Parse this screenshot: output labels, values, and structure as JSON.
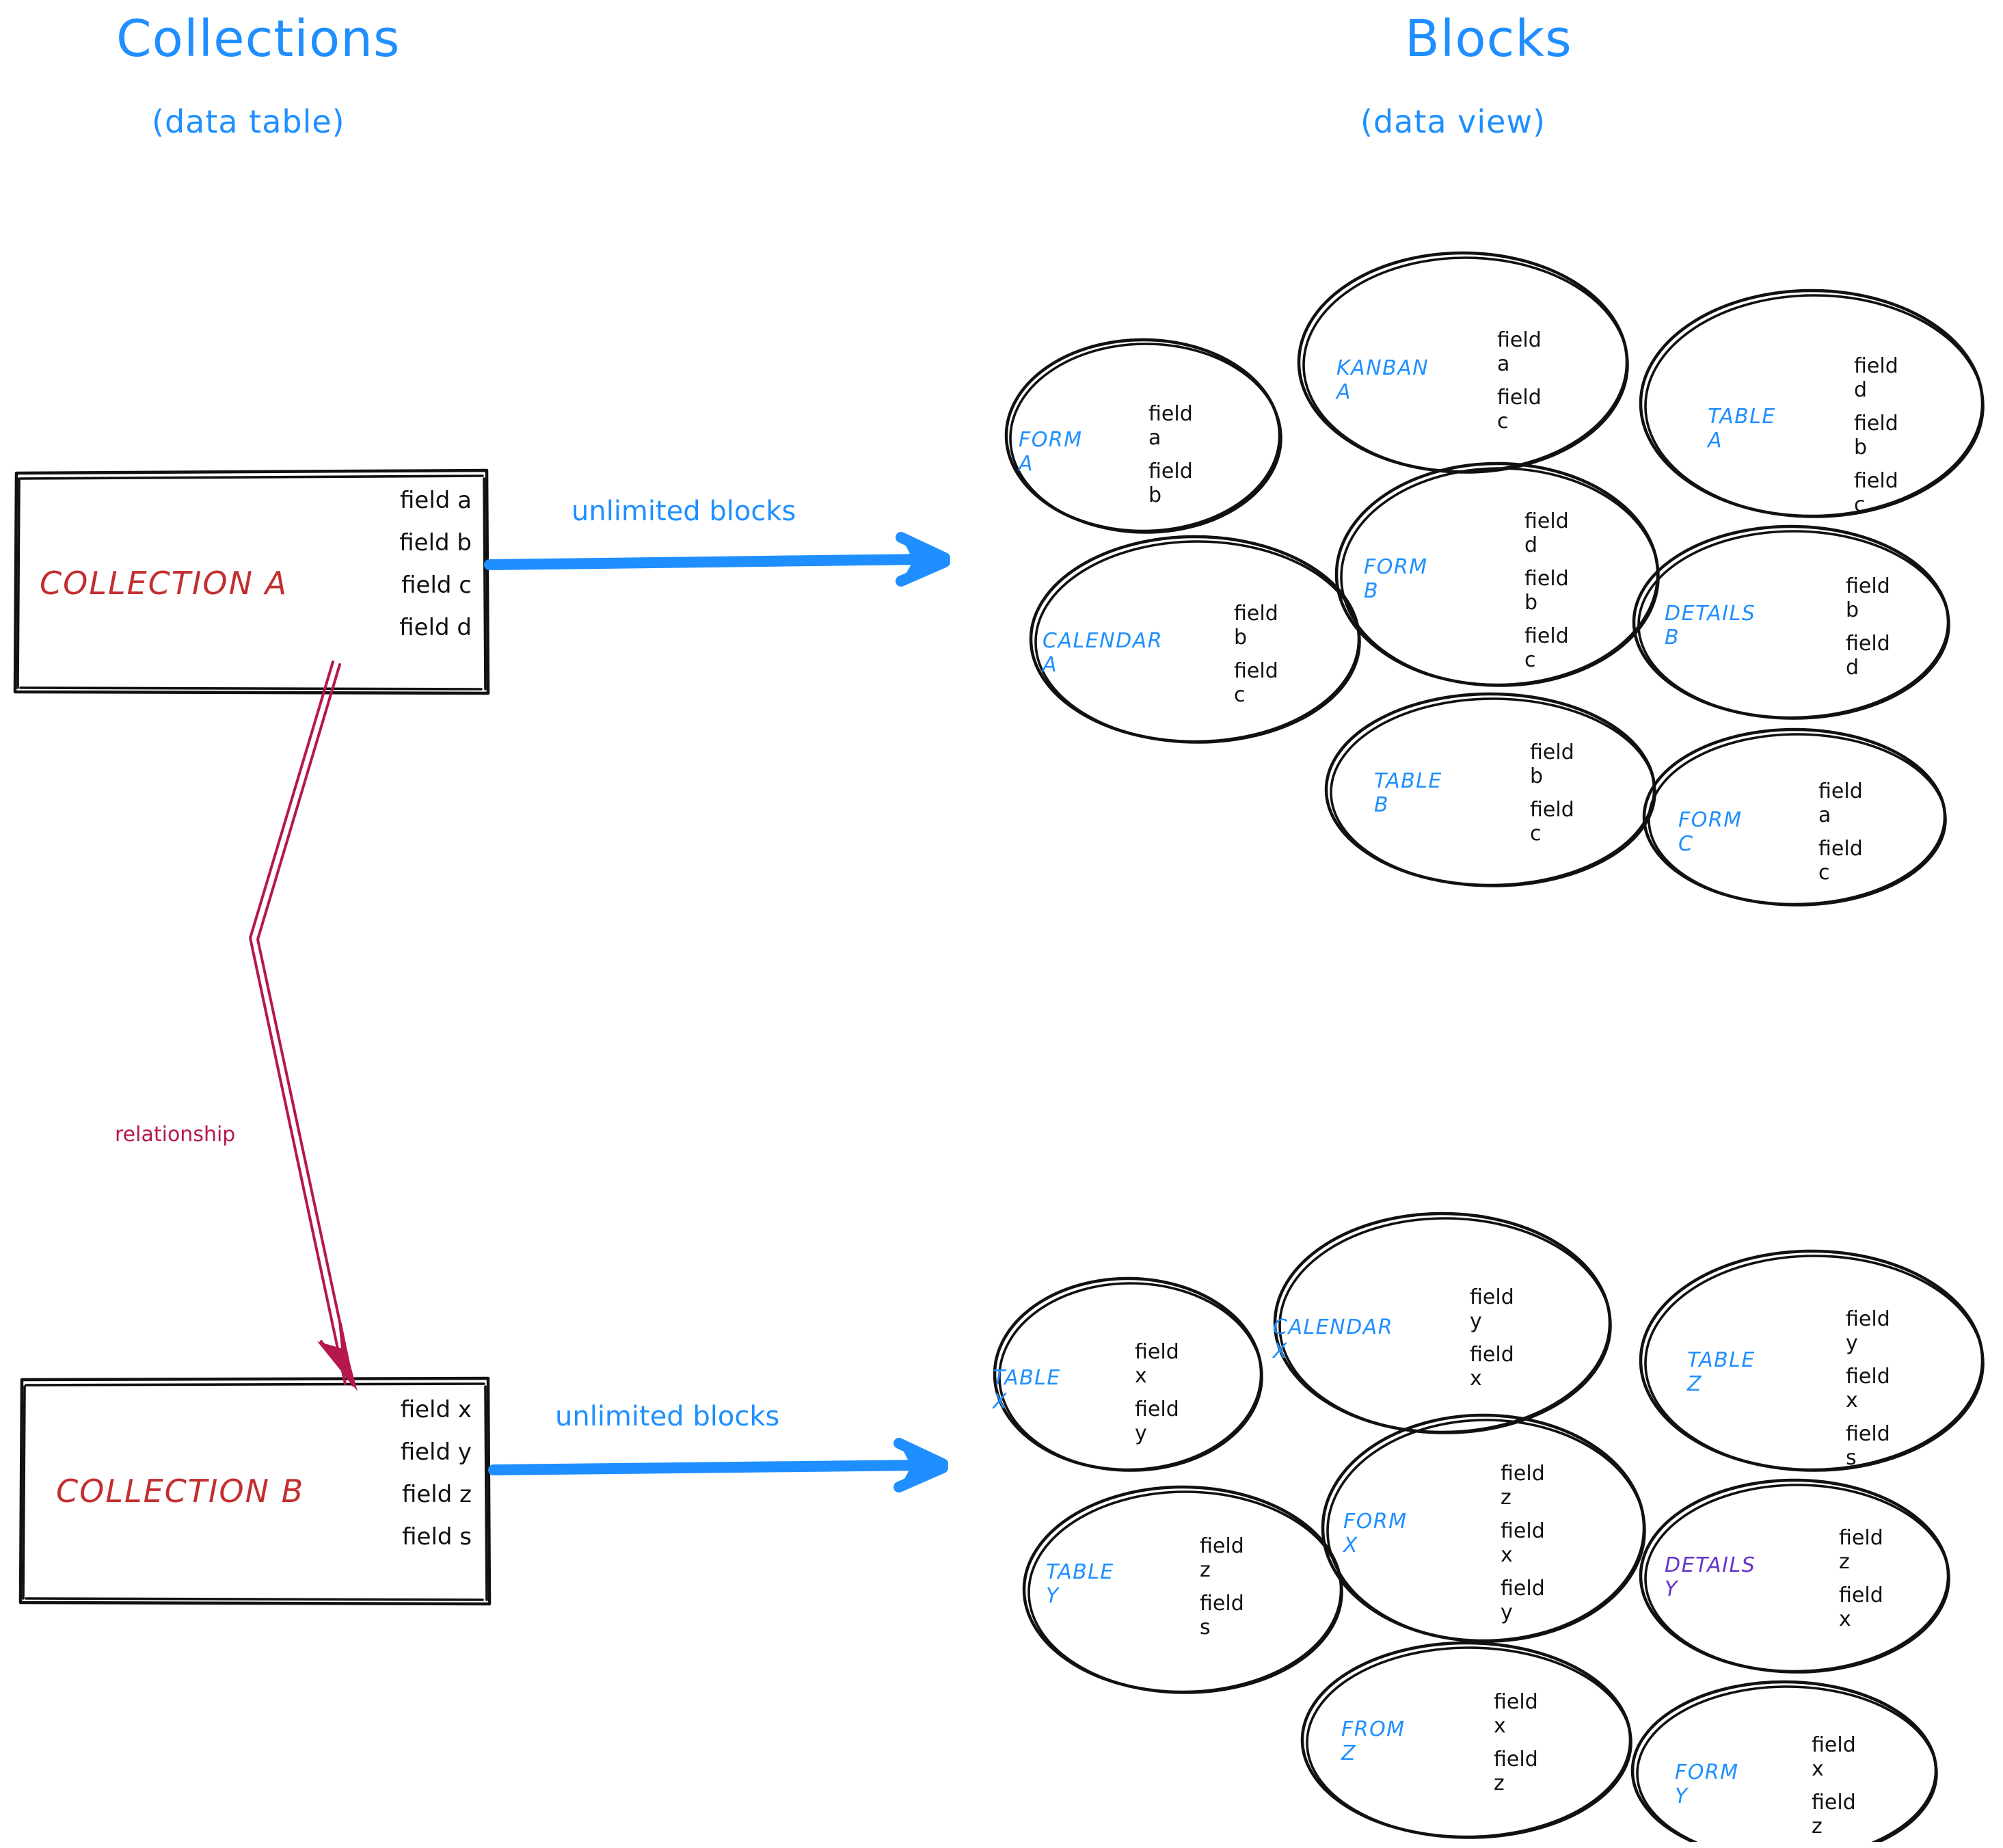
{
  "headers": {
    "left": {
      "title": "Collections",
      "subtitle": "(data table)"
    },
    "right": {
      "title": "Blocks",
      "subtitle": "(data view)"
    }
  },
  "colors": {
    "accent_blue": "#1f8fff",
    "collection_red": "#c22f30",
    "relationship_crimson": "#b5174e",
    "details_purple": "#6633cc",
    "ink_black": "#111111"
  },
  "collections": [
    {
      "name": "COLLECTION A",
      "fields": [
        "field a",
        "field b",
        "field c",
        "field d"
      ],
      "arrow_label": "unlimited blocks"
    },
    {
      "name": "COLLECTION B",
      "fields": [
        "field x",
        "field y",
        "field z",
        "field s"
      ],
      "arrow_label": "unlimited blocks"
    }
  ],
  "relationship": {
    "label": "relationship"
  },
  "block_groups": [
    {
      "source": "COLLECTION A",
      "blocks": [
        {
          "name": "FORM A",
          "color": "#1f8fff",
          "fields": [
            "field a",
            "field b"
          ]
        },
        {
          "name": "KANBAN A",
          "color": "#1f8fff",
          "fields": [
            "field a",
            "field c"
          ]
        },
        {
          "name": "TABLE A",
          "color": "#1f8fff",
          "fields": [
            "field d",
            "field b",
            "field c"
          ]
        },
        {
          "name": "CALENDAR A",
          "color": "#1f8fff",
          "fields": [
            "field b",
            "field c"
          ]
        },
        {
          "name": "FORM B",
          "color": "#1f8fff",
          "fields": [
            "field d",
            "field b",
            "field c"
          ]
        },
        {
          "name": "DETAILS B",
          "color": "#1f8fff",
          "fields": [
            "field b",
            "field d"
          ]
        },
        {
          "name": "TABLE B",
          "color": "#1f8fff",
          "fields": [
            "field b",
            "field c"
          ]
        },
        {
          "name": "FORM C",
          "color": "#1f8fff",
          "fields": [
            "field a",
            "field c"
          ]
        }
      ]
    },
    {
      "source": "COLLECTION B",
      "blocks": [
        {
          "name": "TABLE X",
          "color": "#1f8fff",
          "fields": [
            "field x",
            "field y"
          ]
        },
        {
          "name": "CALENDAR X",
          "color": "#1f8fff",
          "fields": [
            "field y",
            "field x"
          ]
        },
        {
          "name": "TABLE Z",
          "color": "#1f8fff",
          "fields": [
            "field y",
            "field x",
            "field s"
          ]
        },
        {
          "name": "TABLE Y",
          "color": "#1f8fff",
          "fields": [
            "field z",
            "field s"
          ]
        },
        {
          "name": "FORM X",
          "color": "#1f8fff",
          "fields": [
            "field z",
            "field x",
            "field y"
          ]
        },
        {
          "name": "DETAILS Y",
          "color": "#6633cc",
          "fields": [
            "field z",
            "field x"
          ]
        },
        {
          "name": "FROM Z",
          "color": "#1f8fff",
          "fields": [
            "field x",
            "field z"
          ]
        },
        {
          "name": "FORM Y",
          "color": "#1f8fff",
          "fields": [
            "field x",
            "field z"
          ]
        }
      ]
    }
  ]
}
